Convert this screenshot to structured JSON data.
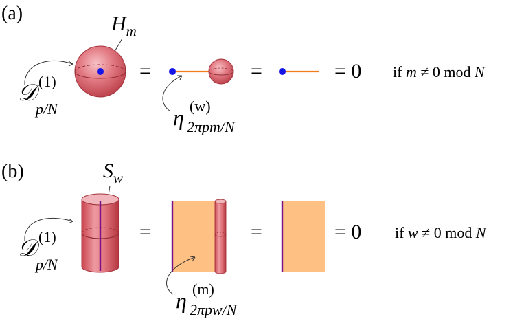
{
  "colors": {
    "body_red": "#d8545e",
    "body_red_light": "#f2a7ad",
    "body_red_dark": "#a8323b",
    "dot_blue": "#1515e6",
    "line_orange": "#f07d1c",
    "sheet_orange": "#ffc183",
    "line_purple": "#7c0f86"
  },
  "panel_a": {
    "label": "(a)",
    "operator": {
      "symbol": "𝒟",
      "superscript": "(1)",
      "subscript": "p/N"
    },
    "defect": {
      "symbol": "H",
      "subscript": "m"
    },
    "eta": {
      "symbol": "η",
      "superscript": "(w)",
      "subscript": "2πpm/N"
    },
    "equals_1": "=",
    "equals_2": "=",
    "equals_zero": "= 0",
    "condition": {
      "prefix": "if",
      "var": "m",
      "rest": "≠ 0 mod",
      "modulus": "N"
    }
  },
  "panel_b": {
    "label": "(b)",
    "operator": {
      "symbol": "𝒟",
      "superscript": "(1)",
      "subscript": "p/N"
    },
    "defect": {
      "symbol": "S",
      "subscript": "w"
    },
    "eta": {
      "symbol": "η",
      "superscript": "(m)",
      "subscript": "2πpw/N"
    },
    "equals_1": "=",
    "equals_2": "=",
    "equals_zero": "= 0",
    "condition": {
      "prefix": "if",
      "var": "w",
      "rest": "≠ 0 mod",
      "modulus": "N"
    }
  }
}
